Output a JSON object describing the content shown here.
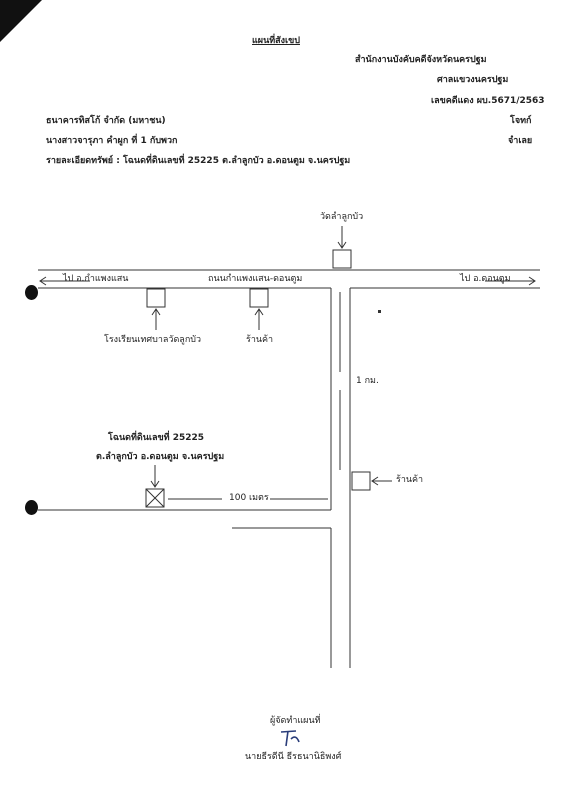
{
  "header": {
    "title": "แผนที่สังเขป",
    "office": "สำนักงานบังคับคดีจังหวัดนครปฐม",
    "court": "ศาลแขวงนครปฐม",
    "case_no": "เลขคดีแดง ผบ.5671/2563"
  },
  "parties": {
    "plaintiff_name": "ธนาคารทิสโก้ จำกัด (มหาชน)",
    "plaintiff_role": "โจทก์",
    "defendant_name": "นางสาวจารุภา คำผูก ที่ 1 กับพวก",
    "defendant_role": "จำเลย"
  },
  "property_detail": "รายละเอียดทรัพย์ : โฉนดที่ดินเลขที่ 25225 ต.ลำลูกบัว อ.ดอนตูม จ.นครปฐม",
  "map": {
    "temple": "วัดลำลูกบัว",
    "road_name": "ถนนกำแพงแสน-ดอนตูม",
    "to_west": "ไป อ.กำแพงแสน",
    "to_east": "ไป อ.ดอนตูม",
    "school": "โรงเรียนเทศบาลวัดลูกบัว",
    "shop_1": "ร้านค้า",
    "shop_2": "ร้านค้า",
    "distance_side_road": "1 กม.",
    "deed_line_1": "โฉนดที่ดินเลขที่ 25225",
    "deed_line_2": "ต.ลำลูกบัว อ.ดอนตูม จ.นครปฐม",
    "distance_to_plot": "100 เมตร"
  },
  "footer": {
    "map_maker_label": "ผู้จัดทำแผนที่",
    "signer_name": "นายธีรดีนี ธีรธนานิธิพงศ์"
  }
}
